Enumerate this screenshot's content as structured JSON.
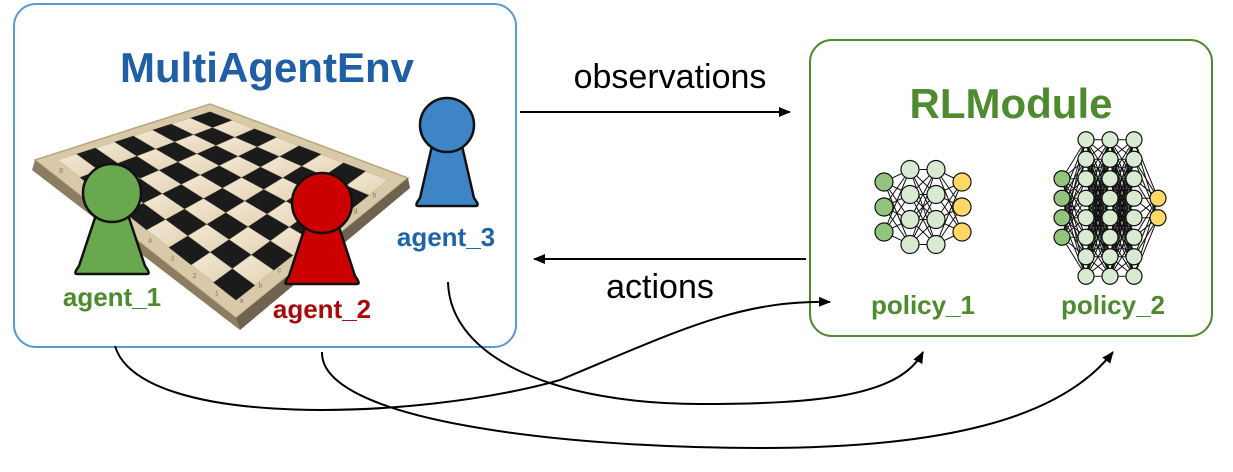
{
  "env": {
    "title": "MultiAgentEnv",
    "agents": [
      {
        "label": "agent_1",
        "color": "#6aa84f",
        "label_color": "#4e8a2e"
      },
      {
        "label": "agent_2",
        "color": "#cc0000",
        "label_color": "#a60c0c"
      },
      {
        "label": "agent_3",
        "color": "#3d85c6",
        "label_color": "#1f64a8"
      }
    ],
    "border_color": "#5b9bd5",
    "title_color": "#1f5fa6"
  },
  "module": {
    "title": "RLModule",
    "policies": [
      {
        "label": "policy_1"
      },
      {
        "label": "policy_2"
      }
    ],
    "border_color": "#4e8a2e",
    "title_color": "#4e8a2e"
  },
  "flows": {
    "observations": "observations",
    "actions": "actions"
  },
  "board": {
    "rank_labels": [
      "8",
      "7",
      "6",
      "5",
      "4",
      "3",
      "2",
      "1"
    ],
    "file_labels": [
      "a",
      "b",
      "c",
      "d",
      "e",
      "f",
      "g",
      "h"
    ]
  },
  "nn_colors": {
    "input": "#93c47d",
    "hidden": "#d9ead3",
    "output": "#ffd966"
  }
}
